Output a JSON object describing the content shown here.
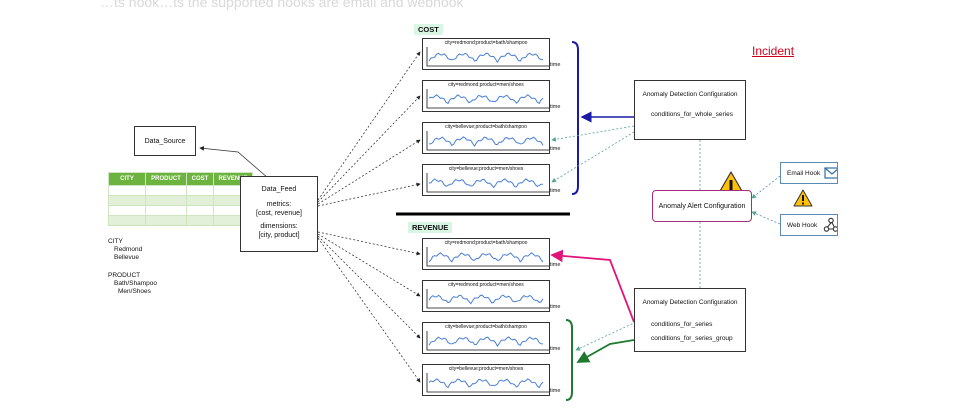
{
  "header_text": "…ts hook…ts the supported hooks are email and webhook",
  "incident_label": "Incident",
  "data_source": {
    "label": "Data_Source"
  },
  "table": {
    "headers": [
      "CITY",
      "PRODUCT",
      "COST",
      "REVENUE"
    ],
    "rows": 4,
    "colors": {
      "header": "#6cb33f",
      "stripe": "#e2f0d9"
    }
  },
  "dimensions_legend": {
    "city_title": "CITY",
    "city_values": [
      "Redmond",
      "Bellevue"
    ],
    "product_title": "PRODUCT",
    "product_values": [
      "Bath/Shampoo",
      "Men/Shoes"
    ]
  },
  "data_feed": {
    "title": "Data_Feed",
    "metrics_label": "metrics:",
    "metrics_value": "[cost, revenue]",
    "dimensions_label": "dimensions:",
    "dimensions_value": "[city, product]"
  },
  "sections": {
    "cost": "COST",
    "revenue": "REVENUE"
  },
  "series": {
    "cost": [
      "city=redmond;product=bath/shampoo",
      "city=redmond;product=men/shoes",
      "city=bellevue;product=bath/shampoo",
      "city=bellevue;product=men/shoes"
    ],
    "revenue": [
      "city=redmond;product=bath/shampoo",
      "city=redmond;product=men/shoes",
      "city=bellevue;product=bath/shampoo",
      "city=bellevue;product=men/shoes"
    ],
    "time_label": "time"
  },
  "anomaly_config_1": {
    "title": "Anomaly Detection Configuration",
    "conditions": [
      "conditions_for_whole_series"
    ]
  },
  "anomaly_config_2": {
    "title": "Anomaly Detection Configuration",
    "conditions": [
      "conditions_for_series",
      "conditions_for_series_group"
    ]
  },
  "alert_config": {
    "title": "Anomaly Alert Configuration"
  },
  "hooks": {
    "email": "Email Hook",
    "web": "Web Hook"
  },
  "colors": {
    "blue_bracket": "#1a1aa6",
    "green_bracket": "#1d7a2e",
    "pink_arrow": "#e0157a",
    "teal_dotted": "#57a39a",
    "alert_border": "#a0307d",
    "warning_fill": "#ffc107",
    "series_line": "#4a7fd4",
    "section_bg": "#d9f5e3"
  }
}
